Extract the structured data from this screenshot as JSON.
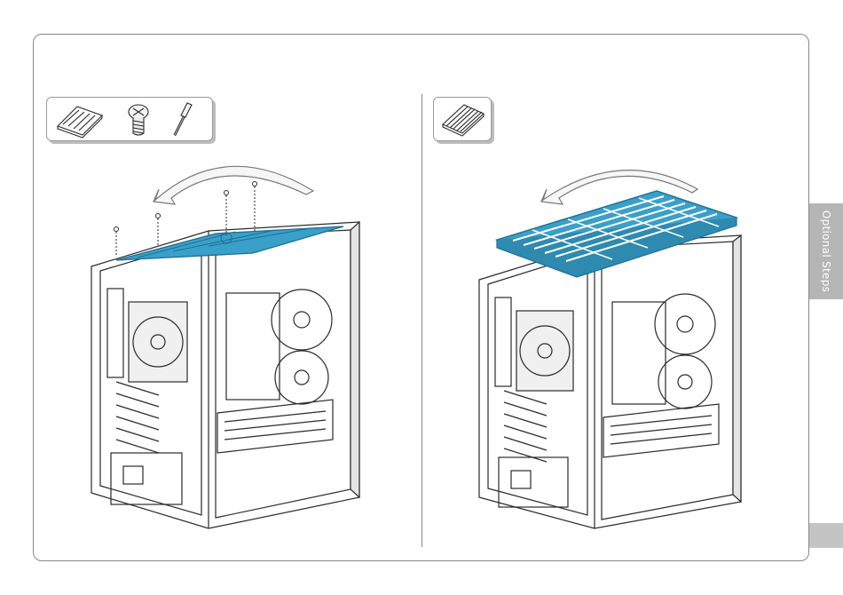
{
  "side_tab": {
    "label": "Optional Steps"
  },
  "colors": {
    "highlight": "#3aa0c9",
    "highlight_dark": "#1d6f93",
    "line": "#2a2a2a",
    "tab_gray": "#b5b5b5",
    "frame_gray": "#888888"
  },
  "panels": [
    {
      "tools": [
        "dust-filter-icon",
        "screw-icon",
        "screwdriver-icon"
      ],
      "highlighted_part": "top-panel-bracket"
    },
    {
      "tools": [
        "dust-filter-icon"
      ],
      "highlighted_part": "top-dust-filter"
    }
  ]
}
